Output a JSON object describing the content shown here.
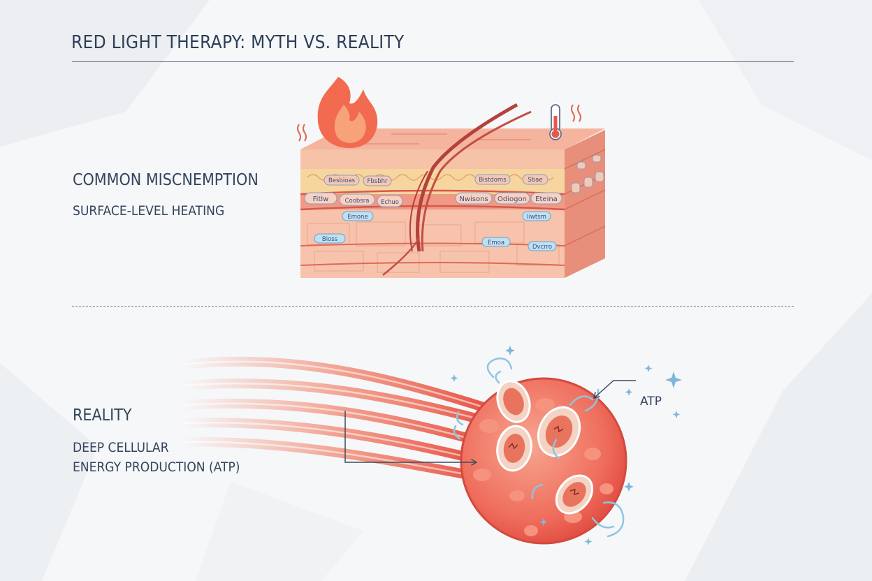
{
  "title": "RED LIGHT THERAPY: MYTH VS. REALITY",
  "myth": {
    "heading": "COMMON MISCNEMPTION",
    "subtitle": "SURFACE-LEVEL HEATING"
  },
  "reality": {
    "heading": "REALITY",
    "line1": "DEEP CELLULAR",
    "line2": "ENERGY PRODUCTION (ATP)",
    "callout": "ATP"
  },
  "skin_labels": {
    "l1": "Besbioas",
    "l2": "Fbsbhr",
    "l3": "Bistdoms",
    "l4": "Sbae",
    "l5": "Fitlw",
    "l6": "Coobsra",
    "l7": "Echuo",
    "l8": "Nwisons",
    "l9": "Odiogon",
    "l10": "Eteina",
    "l11": "Emone",
    "l12": "Iiwtsm",
    "l13": "Bioss",
    "l14": "Emoa",
    "l15": "Dvcrro"
  },
  "colors": {
    "ink": "#2c3e57",
    "skin": "#f4b8a0",
    "flame": "#f0604a",
    "cell": "#ee6a5a",
    "sparkle": "#7fb8dc"
  },
  "icons": {
    "flame": "flame-icon",
    "thermometer": "thermometer-icon",
    "heat": "heat-waves-icon",
    "sparkle": "sparkle-icon"
  }
}
